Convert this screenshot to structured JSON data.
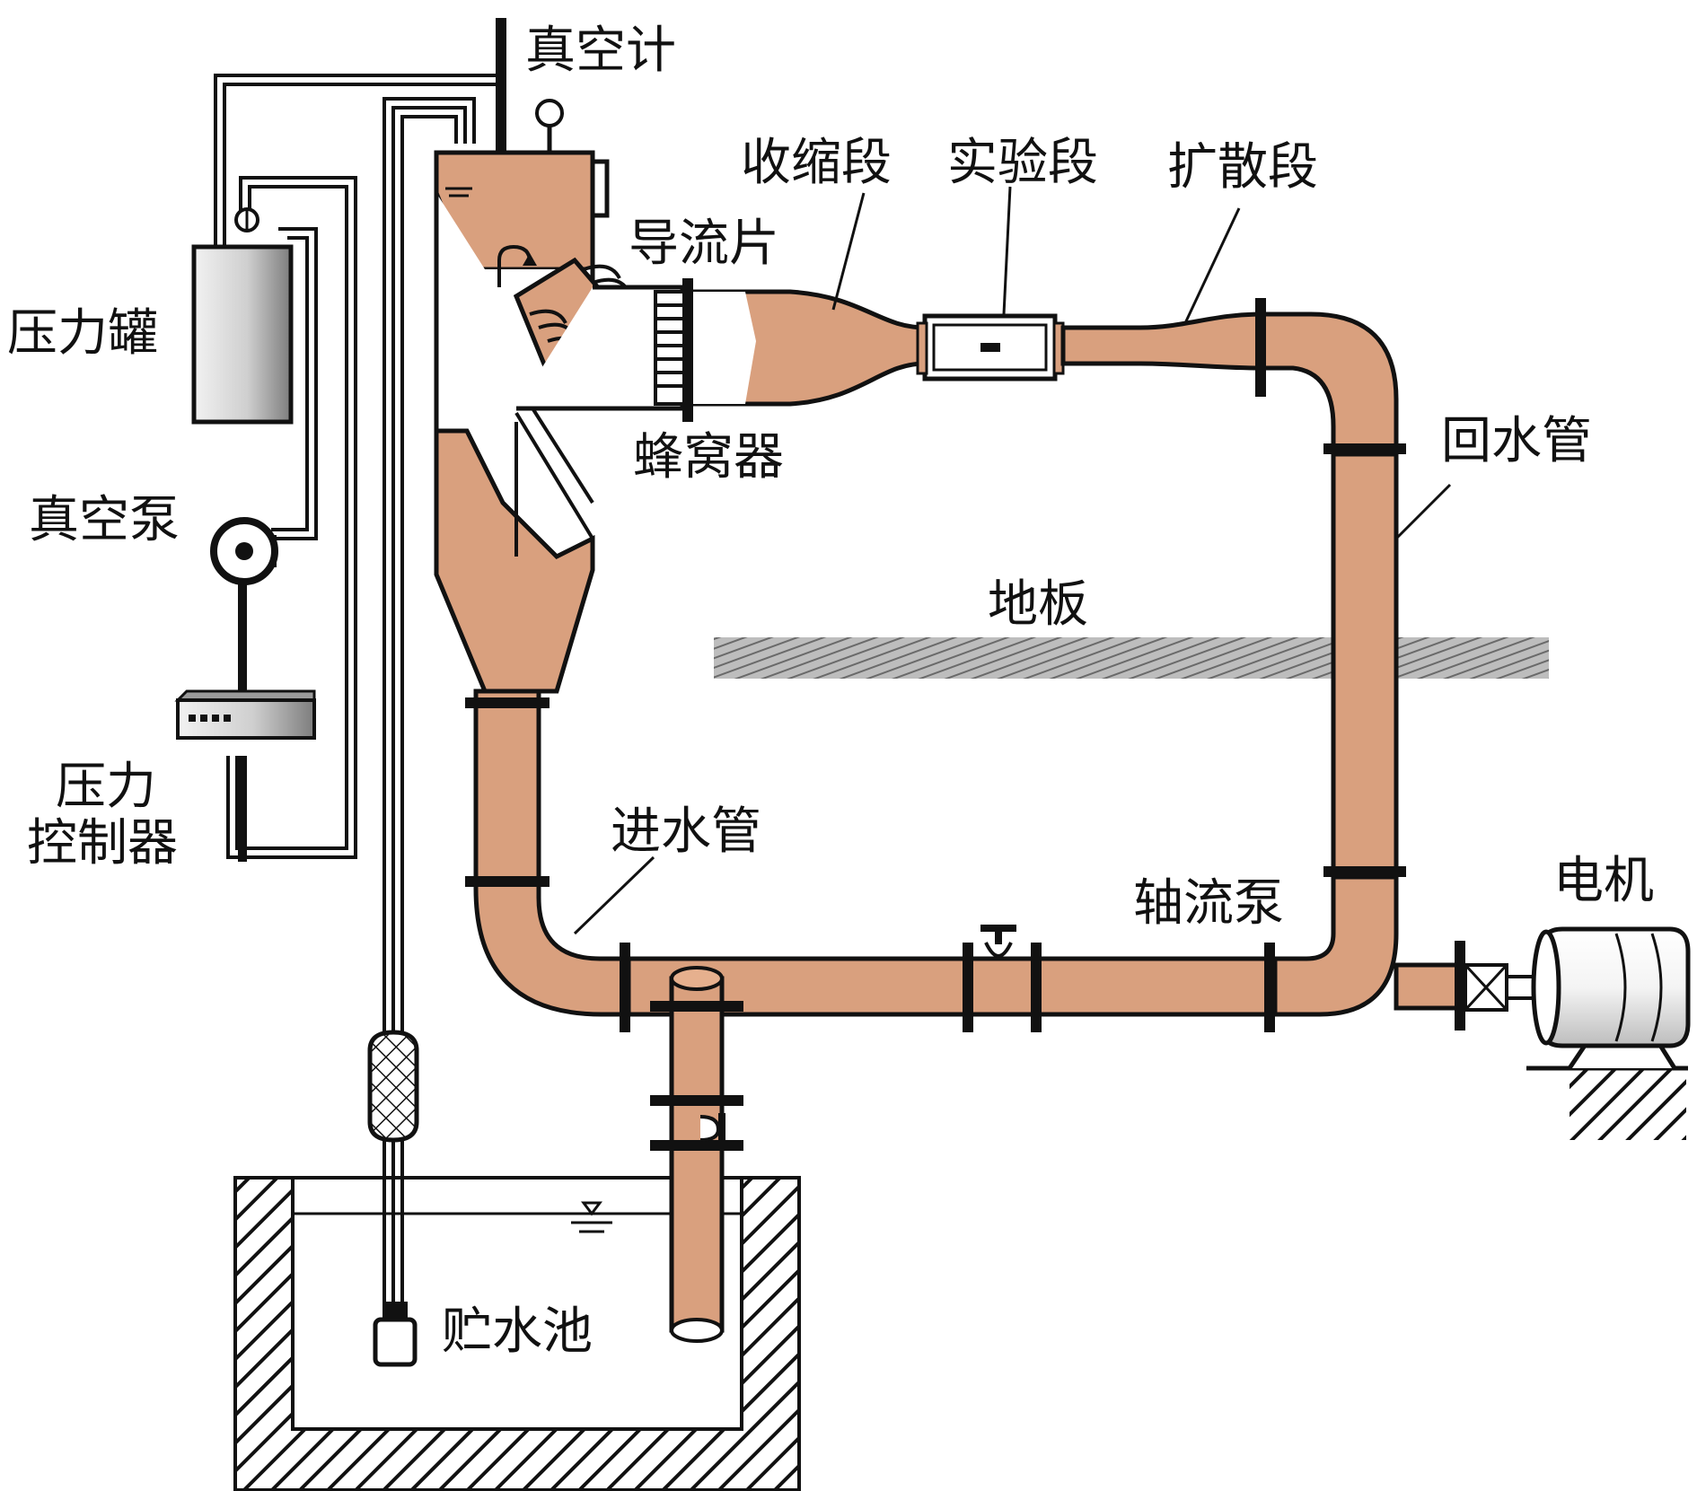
{
  "labels": {
    "vacuum_gauge": "真空计",
    "pressure_tank": "压力罐",
    "vacuum_pump": "真空泵",
    "pressure_controller_line1": "压力",
    "pressure_controller_line2": "控制器",
    "guide_vane": "导流片",
    "honeycomb": "蜂窝器",
    "contraction_section": "收缩段",
    "test_section": "实验段",
    "diffuser_section": "扩散段",
    "return_pipe": "回水管",
    "floor": "地板",
    "inlet_pipe": "进水管",
    "axial_pump": "轴流泵",
    "motor": "电机",
    "reservoir": "贮水池"
  },
  "colors": {
    "pipe_fill": "#d9a07e",
    "pipe_dark": "#b8805e",
    "stroke": "#111111",
    "tank_light": "#e8e8e8",
    "tank_dark": "#8a8a8a",
    "floor_hatch": "#888888"
  }
}
